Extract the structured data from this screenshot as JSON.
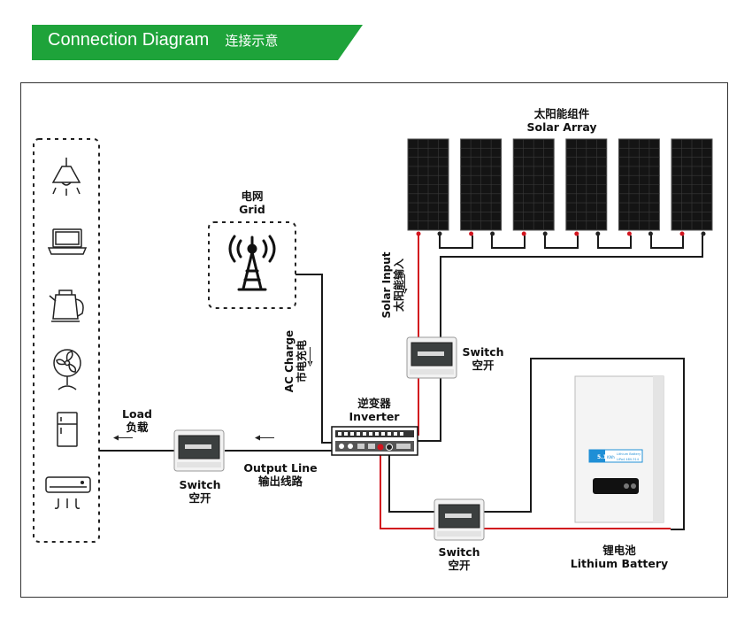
{
  "banner": {
    "title": "Connection Diagram",
    "title_cn": "连接示意",
    "color": "#1ea33a"
  },
  "solar": {
    "cn": "太阳能组件",
    "en": "Solar Array",
    "panel_count": 6
  },
  "grid": {
    "cn": "电网",
    "en": "Grid"
  },
  "solar_input": {
    "en": "Solar Input",
    "cn": "太阳能输入"
  },
  "ac_charge": {
    "en": "AC Charge",
    "cn": "市电充电"
  },
  "switch_top": {
    "en": "Switch",
    "cn": "空开"
  },
  "switch_left": {
    "en": "Switch",
    "cn": "空开"
  },
  "switch_bottom": {
    "en": "Switch",
    "cn": "空开"
  },
  "inverter": {
    "cn": "逆变器",
    "en": "Inverter"
  },
  "load": {
    "en": "Load",
    "cn": "负载"
  },
  "output_line": {
    "en": "Output Line",
    "cn": "输出线路"
  },
  "battery": {
    "cn": "锂电池",
    "en": "Lithium Battery",
    "tag": "5.12",
    "tag_unit": "KWh",
    "tag_brand": "Lithium Battery",
    "tag_model": "LiPo4 48V-314"
  },
  "loads": [
    "lamp-icon",
    "laptop-icon",
    "kettle-icon",
    "fan-icon",
    "fridge-icon",
    "air-conditioner-icon"
  ],
  "colors": {
    "wire_red": "#d2141e",
    "wire_black": "#1a1a1a",
    "battery_blue": "#1f8fd6"
  }
}
